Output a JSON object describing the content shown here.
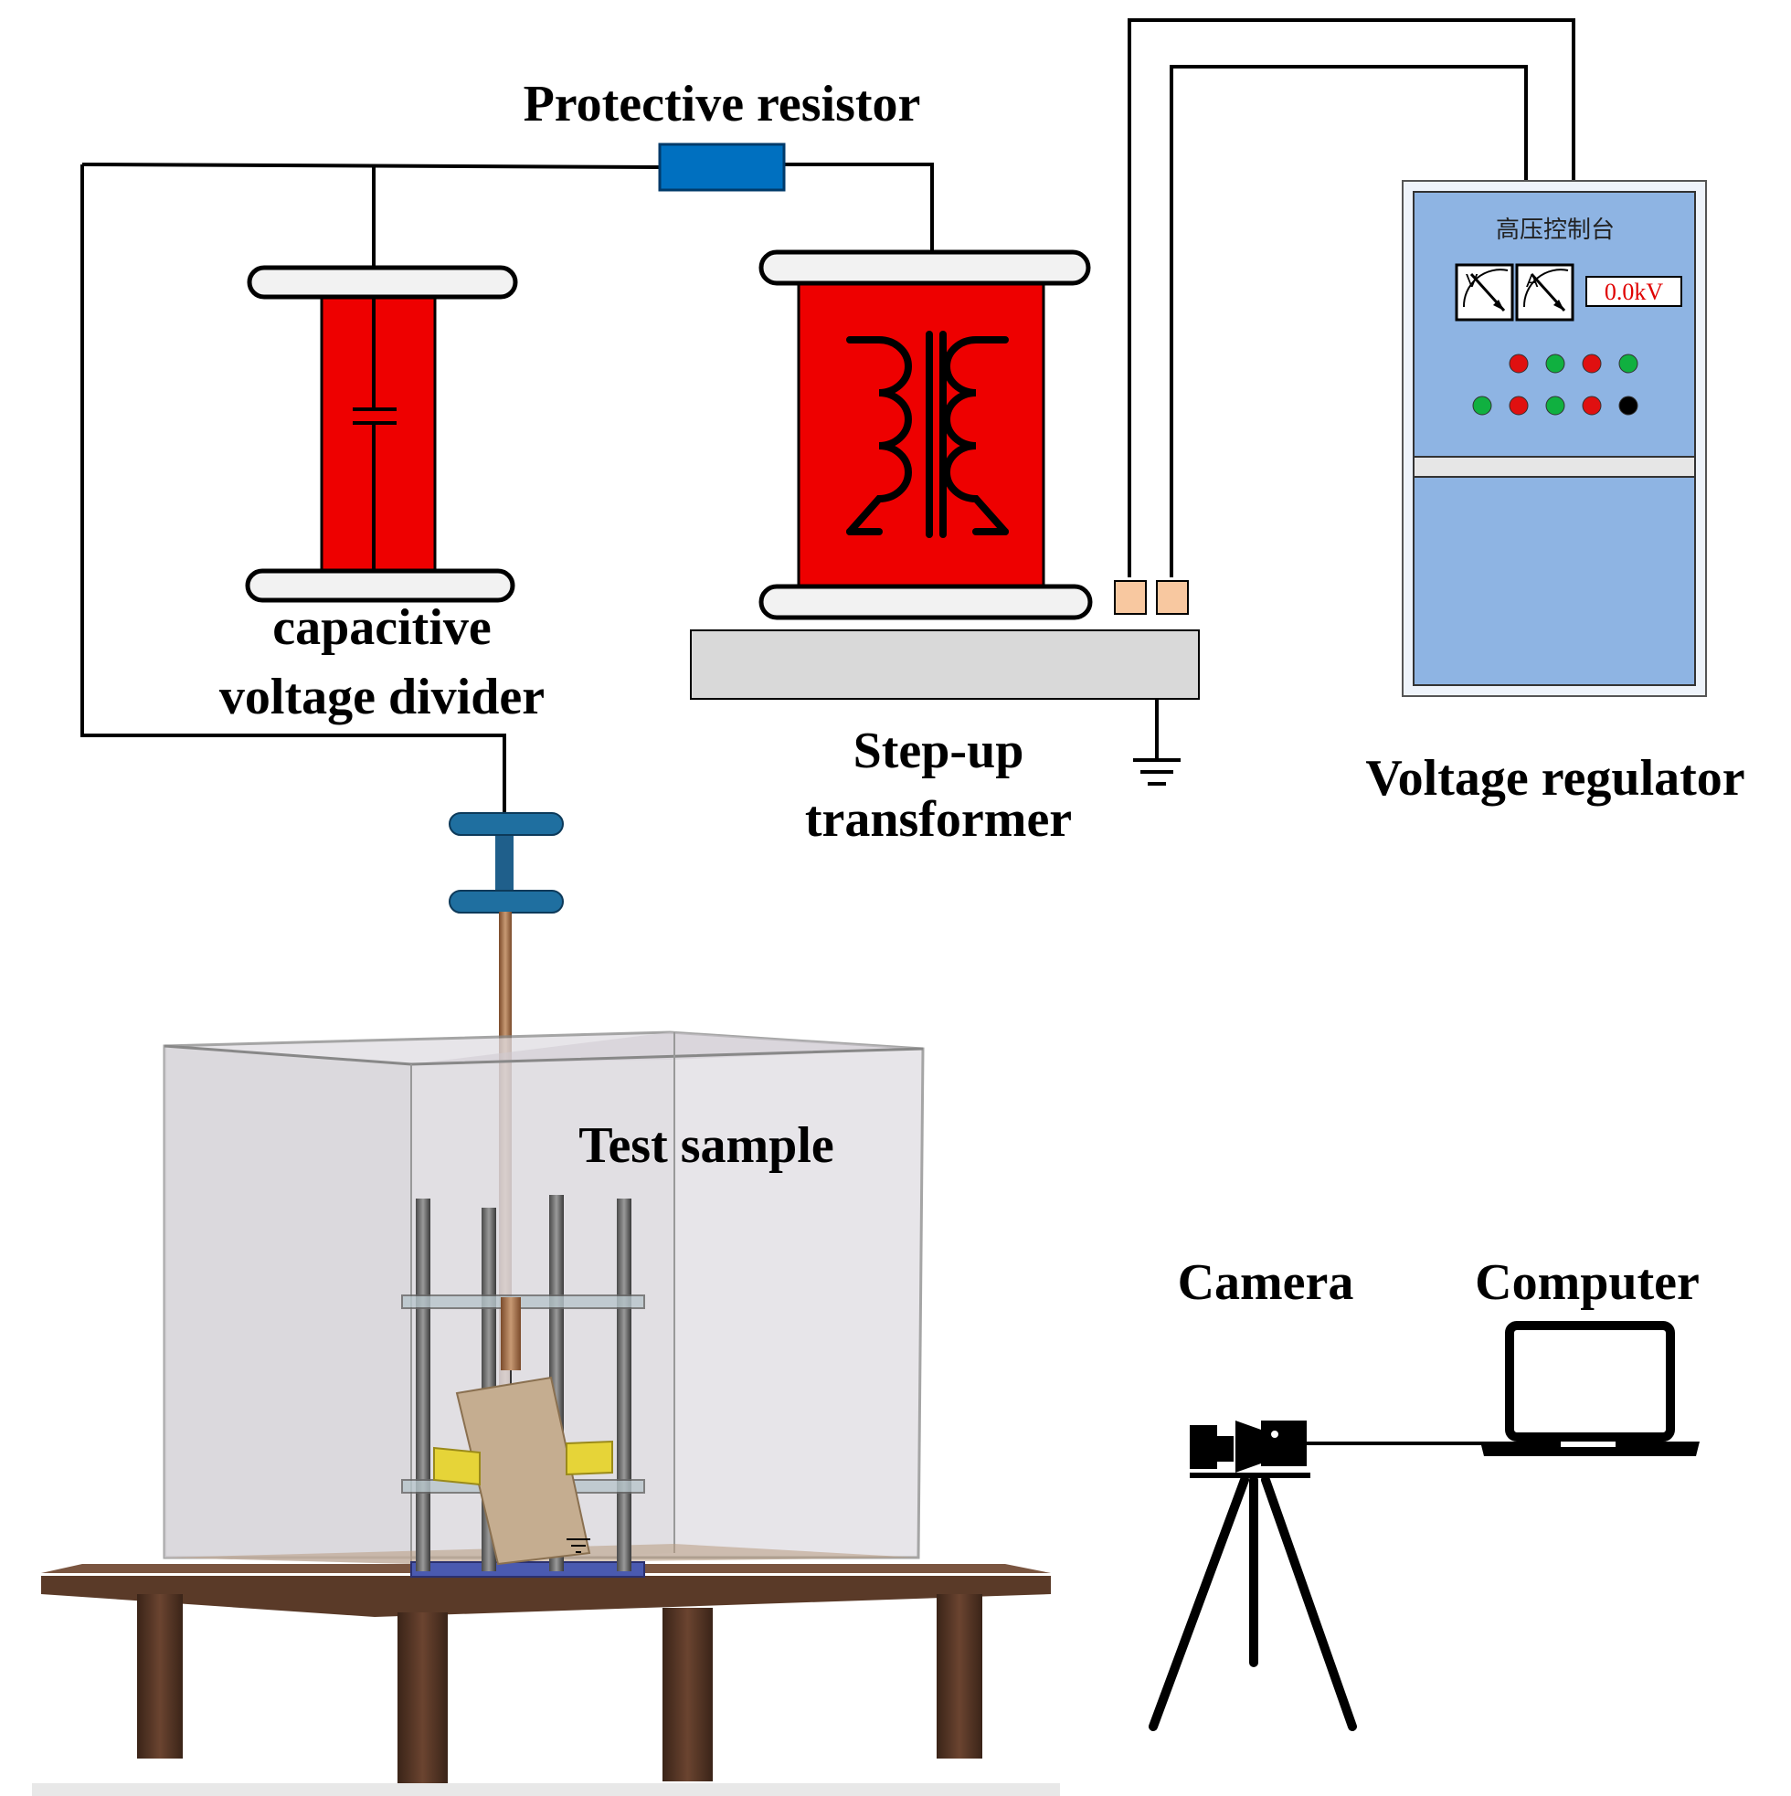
{
  "labels": {
    "protective_resistor": "Protective resistor",
    "capacitive_divider_line1": "capacitive",
    "capacitive_divider_line2": "voltage divider",
    "step_up_line1": "Step-up",
    "step_up_line2": "transformer",
    "voltage_regulator": "Voltage regulator",
    "test_sample": "Test sample",
    "camera": "Camera",
    "computer": "Computer"
  },
  "control_panel": {
    "title": "高压控制台",
    "readout": "0.0kV",
    "meter_v": "V",
    "meter_a": "A",
    "indicator_row1": [
      "red",
      "green",
      "red",
      "green"
    ],
    "indicator_row2": [
      "green",
      "red",
      "green",
      "red",
      "black"
    ]
  },
  "colors": {
    "component_red": "#ee0000",
    "resistor_blue": "#0070c0",
    "panel_blue": "#8eb4e3",
    "terminal_orange": "#f8c8a0",
    "base_gray": "#d9d9d9",
    "insulator_blue": "#1f5f8b",
    "table_brown": "#5a3a28"
  }
}
